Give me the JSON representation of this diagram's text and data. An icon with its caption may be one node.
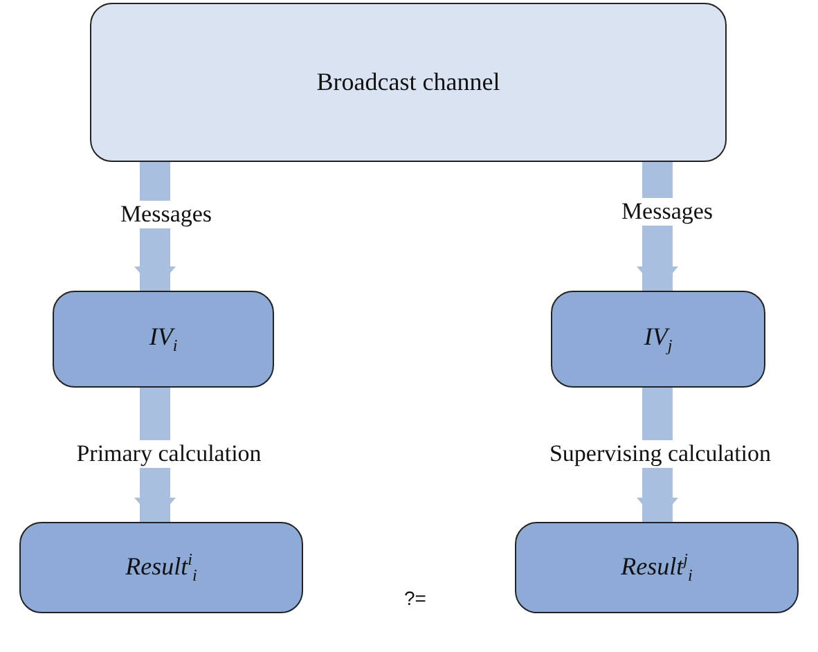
{
  "diagram": {
    "nodes": [
      {
        "text": [
          "Broadcast channel"
        ]
      },
      {
        "text": [
          "IV$_{i}$"
        ]
      },
      {
        "text": [
          "IV$_{j}$"
        ]
      },
      {
        "text": [
          "Result$^{i}$$_{i}$"
        ]
      },
      {
        "text": [
          "Result$^{j}$$_{i}$"
        ]
      }
    ],
    "edges": [
      {
        "from": 0,
        "to": 1,
        "arrow": "to",
        "label": "Messages"
      },
      {
        "from": 0,
        "to": 2,
        "arrow": "to",
        "label": "Messages"
      },
      {
        "from": 1,
        "to": 3,
        "arrow": "to",
        "label": "Primary calculation"
      },
      {
        "from": 2,
        "to": 4,
        "arrow": "to",
        "label": "Supervising calculation"
      }
    ],
    "labels": [
      "?="
    ]
  }
}
